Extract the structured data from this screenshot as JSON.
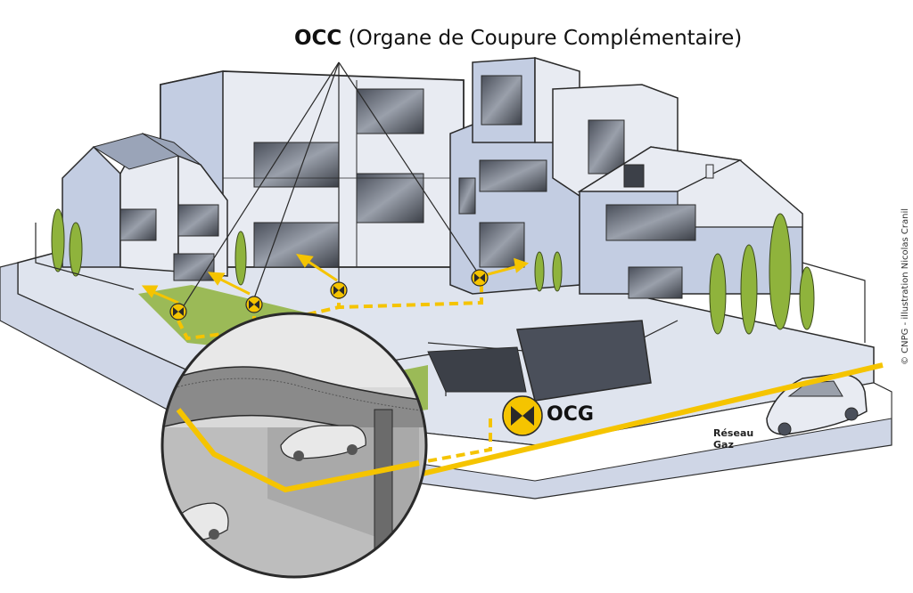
{
  "title": {
    "abbr": "OCC",
    "full": "(Organe de Coupure Complémentaire)"
  },
  "ocg": {
    "label": "OCG"
  },
  "network": {
    "line1": "Réseau",
    "line2": "Gaz"
  },
  "credit": "© CNPG - illustration Nicolas Cranil",
  "colors": {
    "gas_line": "#f5c400",
    "valve_fill": "#f5c400",
    "building_blue": "#c3cde2",
    "building_light": "#e8ebf2",
    "grass": "#8fb33c",
    "road": "#cfd6e6",
    "outline": "#2a2a2a"
  },
  "icons": [
    "valve-icon",
    "arrow-icon",
    "car-icon",
    "tree-icon"
  ]
}
